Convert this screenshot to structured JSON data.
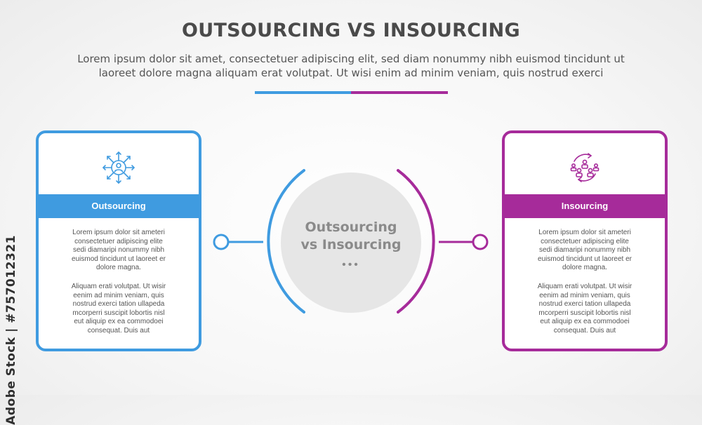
{
  "header": {
    "title": "OUTSOURCING VS INSOURCING",
    "subtitle_line1": "Lorem ipsum dolor sit amet, consectetuer adipiscing elit, sed diam nonummy nibh euismod tincidunt ut",
    "subtitle_line2": "laoreet dolore magna aliquam erat volutpat. Ut wisi enim ad minim veniam, quis nostrud exerci"
  },
  "colors": {
    "blue": "#3f9be0",
    "purple": "#a62b9a",
    "circle": "#e6e6e6"
  },
  "left_card": {
    "icon": "outsourcing-arrows-person-icon",
    "label": "Outsourcing",
    "para1_lines": [
      "Lorem ipsum dolor sit ameteri",
      "consectetuer adipiscing elite",
      "sedi diamaripi nonummy nibh",
      "euismod tincidunt ut laoreet er",
      "dolore magna."
    ],
    "para2_lines": [
      "Aliquam erati volutpat. Ut wisir",
      "eenim ad minim veniam, quis",
      "nostrud exerci tation ullapeda",
      "mcorperri suscipit lobortis nisl",
      "eut aliquip ex ea commodoei",
      "consequat. Duis aut"
    ]
  },
  "right_card": {
    "icon": "insourcing-team-cycle-icon",
    "label": "Insourcing",
    "para1_lines": [
      "Lorem ipsum dolor sit ameteri",
      "consectetuer adipiscing elite",
      "sedi diamaripi nonummy nibh",
      "euismod tincidunt ut laoreet er",
      "dolore magna."
    ],
    "para2_lines": [
      "Aliquam erati volutpat. Ut wisir",
      "eenim ad minim veniam, quis",
      "nostrud exerci tation ullapeda",
      "mcorperri suscipit lobortis nisl",
      "eut aliquip ex ea commodoei",
      "consequat. Duis aut"
    ]
  },
  "center": {
    "line1": "Outsourcing",
    "line2": "vs Insourcing",
    "dots": "•••"
  },
  "watermark": "Adobe Stock | #757012321"
}
